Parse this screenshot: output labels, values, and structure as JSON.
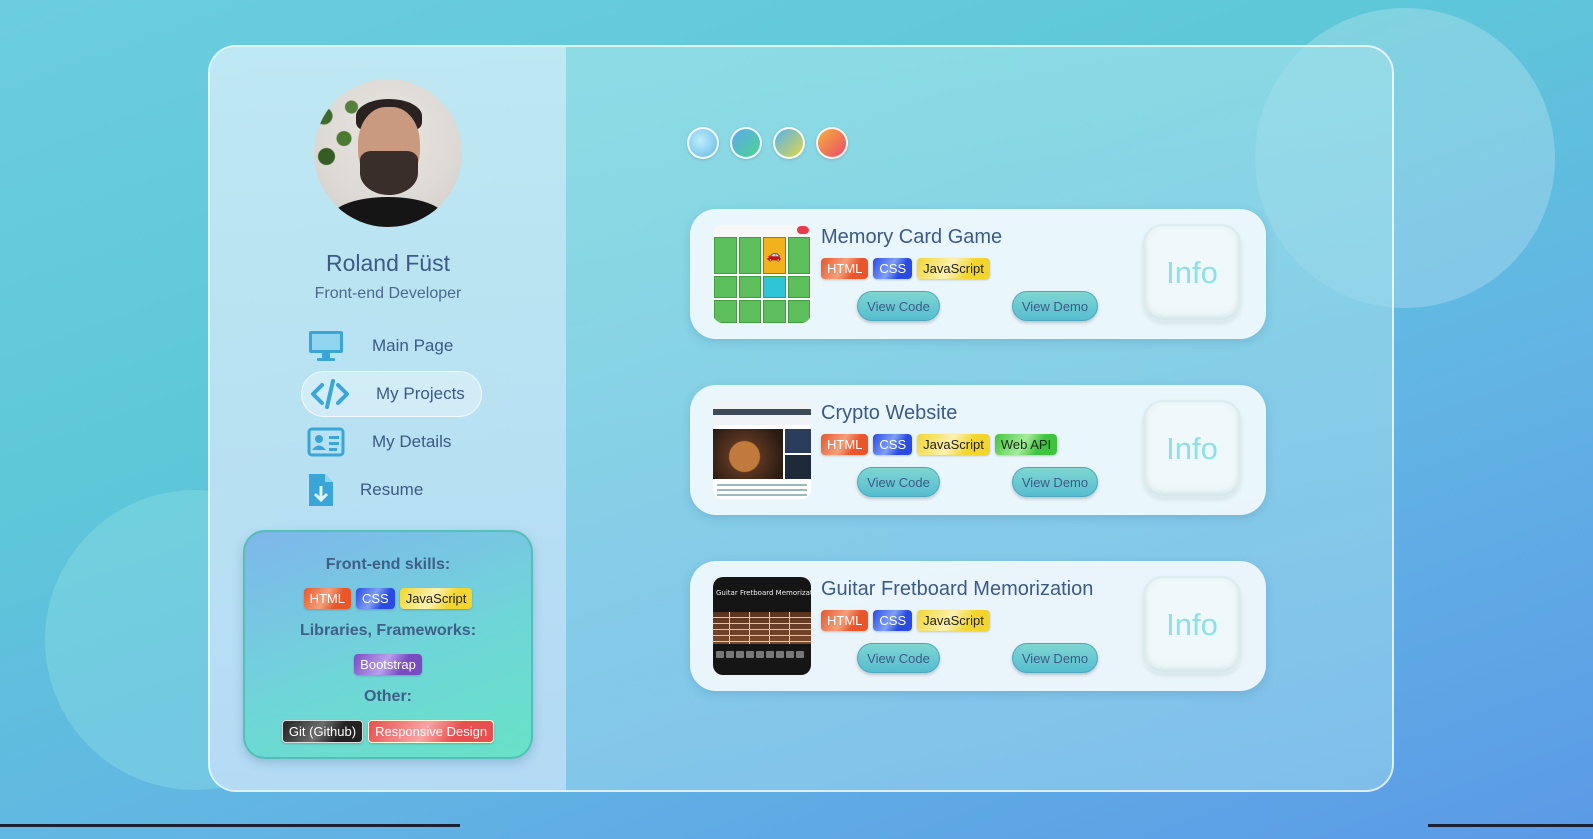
{
  "profile": {
    "name": "Roland Füst",
    "role": "Front-end Developer"
  },
  "nav": {
    "items": [
      {
        "label": "Main Page",
        "icon": "monitor-icon"
      },
      {
        "label": "My Projects",
        "icon": "code-icon",
        "active": true
      },
      {
        "label": "My Details",
        "icon": "id-card-icon"
      },
      {
        "label": "Resume",
        "icon": "file-download-icon"
      }
    ]
  },
  "skills": {
    "frontend_heading": "Front-end skills:",
    "frontend": [
      "HTML",
      "CSS",
      "JavaScript"
    ],
    "libs_heading": "Libraries, Frameworks:",
    "libs": [
      "Bootstrap"
    ],
    "other_heading": "Other:",
    "other": [
      "Git (Github)",
      "Responsive Design"
    ]
  },
  "themes": [
    "theme-blue",
    "theme-green",
    "theme-yellow",
    "theme-red"
  ],
  "projects": [
    {
      "title": "Memory Card Game",
      "tags": [
        "HTML",
        "CSS",
        "JavaScript"
      ],
      "view_code": "View Code",
      "view_demo": "View Demo",
      "info": "Info"
    },
    {
      "title": "Crypto Website",
      "tags": [
        "HTML",
        "CSS",
        "JavaScript",
        "Web API"
      ],
      "view_code": "View Code",
      "view_demo": "View Demo",
      "info": "Info"
    },
    {
      "title": "Guitar Fretboard Memorization",
      "tags": [
        "HTML",
        "CSS",
        "JavaScript"
      ],
      "view_code": "View Code",
      "view_demo": "View Demo",
      "info": "Info",
      "thumb_title": "Guitar Fretboard Memorizat"
    }
  ],
  "colors": {
    "text_primary": "#3c5a86",
    "info_text": "#8ee0e6",
    "html_tag": "#e8562a",
    "css_tag": "#2a4be0",
    "js_tag": "#f2d62e",
    "api_tag": "#3ec43e",
    "bootstrap_tag": "#7a4cc4"
  }
}
